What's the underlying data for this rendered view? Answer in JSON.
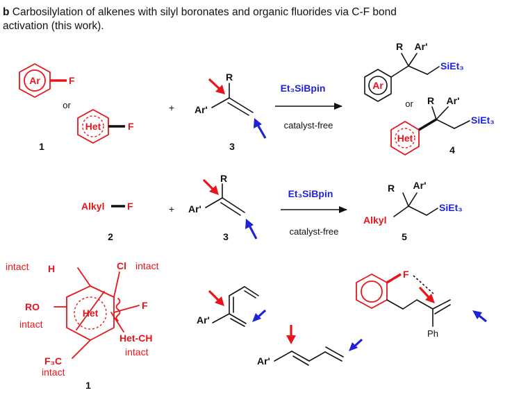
{
  "caption": {
    "letter": "b",
    "line1": " Carbosilylation of alkenes with silyl boronates and organic fluorides via C-F bond",
    "line2": "activation (this work)."
  },
  "row1": {
    "ar": "Ar",
    "f1": "F",
    "or": "or",
    "het": "Het",
    "f2": "F",
    "plus": "+",
    "sub_r": "R",
    "sub_ar": "Ar'",
    "reagent": "Et₃SiBpin",
    "condition": "catalyst-free",
    "p_r": "R",
    "p_ar": "Ar'",
    "p_ring": "Ar",
    "p_si": "SiEt₃",
    "p_or": "or",
    "p2_r": "R",
    "p2_ar": "Ar'",
    "p2_ring": "Het",
    "p2_si": "SiEt₃",
    "n1": "1",
    "n3": "3",
    "n4": "4"
  },
  "row2": {
    "alkyl": "Alkyl",
    "f": "F",
    "plus": "+",
    "sub_r": "R",
    "sub_ar": "Ar'",
    "reagent": "Et₃SiBpin",
    "condition": "catalyst-free",
    "p_r": "R",
    "p_ar": "Ar'",
    "p_alkyl": "Alkyl",
    "p_si": "SiEt₃",
    "n2": "2",
    "n3": "3",
    "n5": "5"
  },
  "row3": {
    "intact1": "intact",
    "h": "H",
    "cl": "Cl",
    "intact2": "intact",
    "ro": "RO",
    "het": "Het",
    "f": "F",
    "intact3": "intact",
    "hetch": "Het-CH",
    "f3c": "F₃C",
    "intact4": "intact",
    "intact5": "intact",
    "n1": "1",
    "diene_ar": "Ar'",
    "triene_ar": "Ar'",
    "cyc_f": "F",
    "cyc_ph": "Ph"
  },
  "colors": {
    "red": "#e8141a",
    "blue": "#1f23d6",
    "black": "#111111"
  }
}
